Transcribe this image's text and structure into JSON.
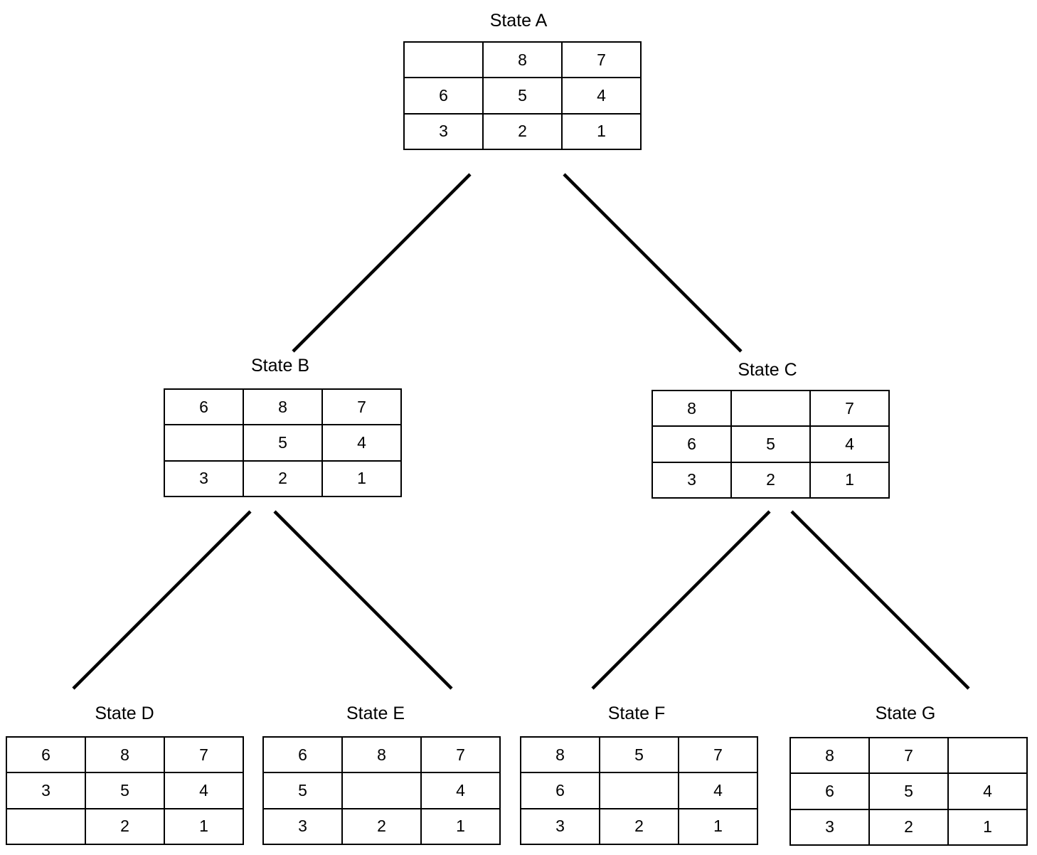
{
  "states": [
    {
      "id": "a",
      "label": "State A",
      "cells": [
        "",
        "8",
        "7",
        "6",
        "5",
        "4",
        "3",
        "2",
        "1"
      ]
    },
    {
      "id": "b",
      "label": "State B",
      "cells": [
        "6",
        "8",
        "7",
        "",
        "5",
        "4",
        "3",
        "2",
        "1"
      ]
    },
    {
      "id": "c",
      "label": "State C",
      "cells": [
        "8",
        "",
        "7",
        "6",
        "5",
        "4",
        "3",
        "2",
        "1"
      ]
    },
    {
      "id": "d",
      "label": "State D",
      "cells": [
        "6",
        "8",
        "7",
        "3",
        "5",
        "4",
        "",
        "2",
        "1"
      ]
    },
    {
      "id": "e",
      "label": "State E",
      "cells": [
        "6",
        "8",
        "7",
        "5",
        "",
        "4",
        "3",
        "2",
        "1"
      ]
    },
    {
      "id": "f",
      "label": "State F",
      "cells": [
        "8",
        "5",
        "7",
        "6",
        "",
        "4",
        "3",
        "2",
        "1"
      ]
    },
    {
      "id": "g",
      "label": "State G",
      "cells": [
        "8",
        "7",
        "",
        "6",
        "5",
        "4",
        "3",
        "2",
        "1"
      ]
    }
  ],
  "edges": [
    {
      "from": "State A",
      "to": "State B"
    },
    {
      "from": "State A",
      "to": "State C"
    },
    {
      "from": "State B",
      "to": "State D"
    },
    {
      "from": "State B",
      "to": "State E"
    },
    {
      "from": "State C",
      "to": "State F"
    },
    {
      "from": "State C",
      "to": "State G"
    }
  ]
}
